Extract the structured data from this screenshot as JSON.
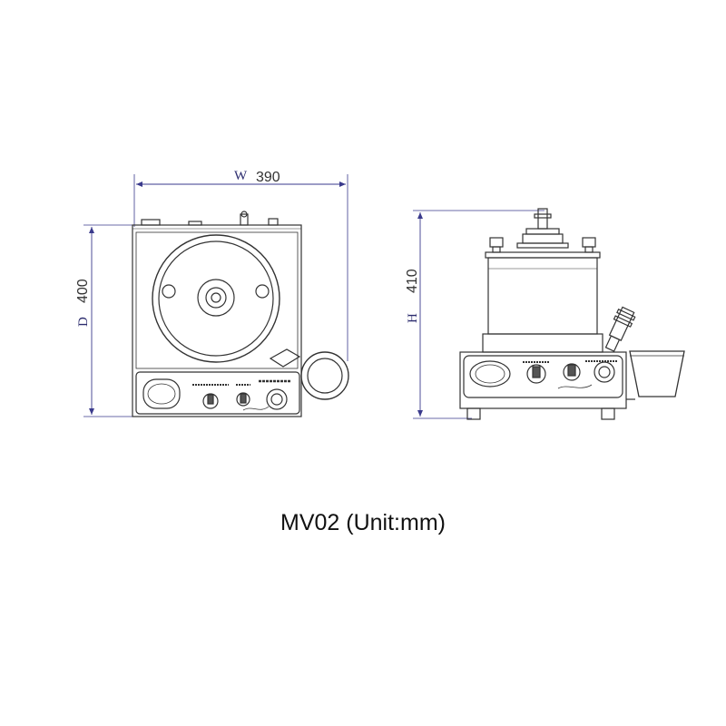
{
  "dimensions": {
    "width": {
      "letter": "W",
      "value": "390"
    },
    "depth": {
      "letter": "D",
      "value": "400"
    },
    "height": {
      "letter": "H",
      "value": "410"
    }
  },
  "caption": "MV02 (Unit:mm)",
  "colors": {
    "line": "#333333",
    "dimension": "#3a3a8c"
  }
}
